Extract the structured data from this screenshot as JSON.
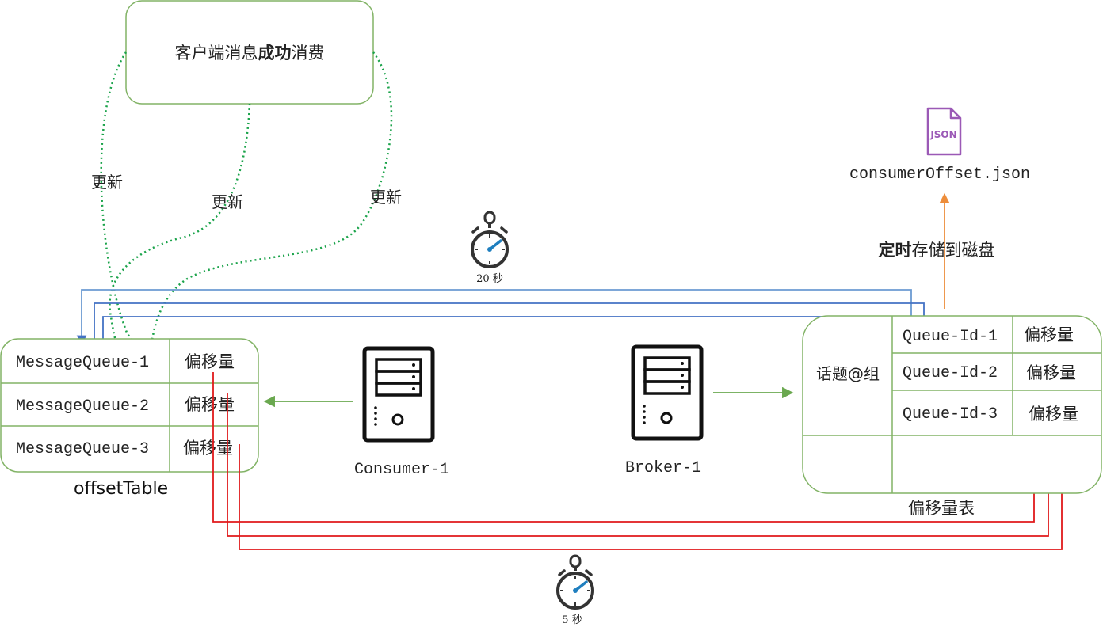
{
  "client_box": {
    "prefix": "客户端消息",
    "bold": "成功",
    "suffix": "消费"
  },
  "update_labels": [
    "更新",
    "更新",
    "更新"
  ],
  "timer_top": "20 秒",
  "timer_bottom": "5 秒",
  "offset_table": {
    "caption": "offsetTable",
    "rows": [
      {
        "queue": "MessageQueue-1",
        "value": "偏移量"
      },
      {
        "queue": "MessageQueue-2",
        "value": "偏移量"
      },
      {
        "queue": "MessageQueue-3",
        "value": "偏移量"
      }
    ]
  },
  "consumer_label": "Consumer-1",
  "broker_label": "Broker-1",
  "broker_table": {
    "caption": "偏移量表",
    "group": "话题@组",
    "rows": [
      {
        "queue": "Queue-Id-1",
        "value": "偏移量"
      },
      {
        "queue": "Queue-Id-2",
        "value": "偏移量"
      },
      {
        "queue": "Queue-Id-3",
        "value": "偏移量"
      }
    ]
  },
  "json_file": {
    "icon_text": "JSON",
    "filename": "consumerOffset.json"
  },
  "persist_label": {
    "bold": "定时",
    "rest": "存储到磁盘"
  },
  "colors": {
    "green_dotted": "#1aa34a",
    "green_arrow": "#6aa84f",
    "blue": "#4472c4",
    "red": "#e0191b",
    "orange": "#ed8d3b",
    "box_border": "#82b366",
    "json_purple": "#9b59b6"
  }
}
